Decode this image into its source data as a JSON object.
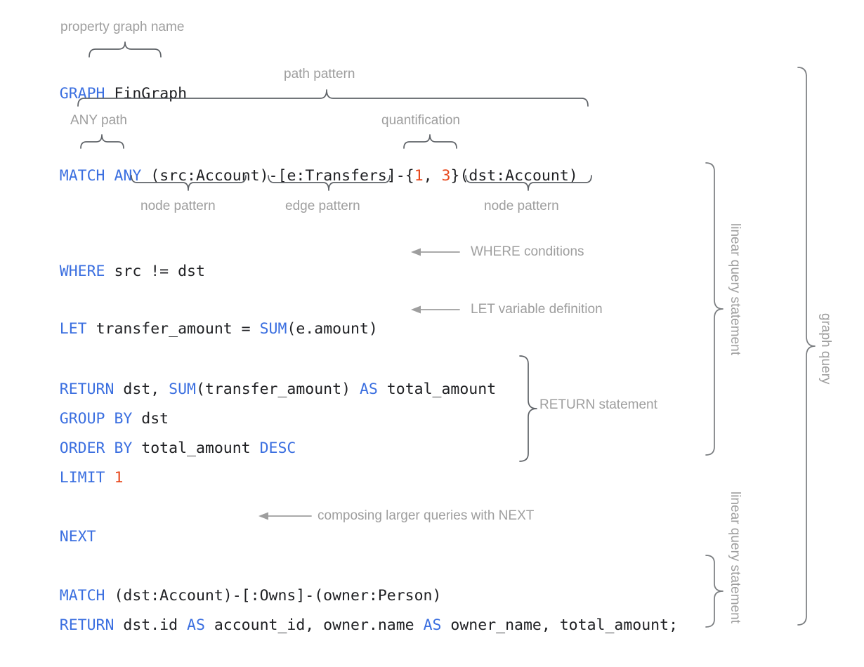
{
  "meta": {
    "keyword_color": "#3b6fe0",
    "number_color": "#e8481c",
    "text_color": "#202124",
    "annotation_color": "#9e9e9e",
    "brace_color": "#5f6368",
    "background": "#ffffff"
  },
  "code": {
    "graph_line": {
      "keyword": "GRAPH",
      "name": "FinGraph",
      "full": "GRAPH FinGraph"
    },
    "match_line": {
      "keyword": "MATCH",
      "path_mode": "ANY",
      "src_node": "(src:Account)",
      "dash1": "-",
      "edge": "[e:Transfers]",
      "dash2": "-",
      "quant_open": "{",
      "quant_lower": "1",
      "quant_comma": ", ",
      "quant_upper": "3",
      "quant_close": "}",
      "dst_node": "(dst:Account)",
      "full": "MATCH ANY (src:Account)-[e:Transfers]-{1, 3}(dst:Account)"
    },
    "where_line": {
      "keyword": "WHERE",
      "expression": " src != dst",
      "full": "WHERE src != dst"
    },
    "let_line": {
      "keyword": "LET",
      "var": " transfer_amount = ",
      "func": "SUM",
      "args": "(e.amount)",
      "full": "LET transfer_amount = SUM(e.amount)"
    },
    "return_line": {
      "keyword": "RETURN",
      "part1": " dst, ",
      "func": "SUM",
      "part2": "(transfer_amount) ",
      "as_kw": "AS",
      "part3": " total_amount",
      "full": "RETURN dst, SUM(transfer_amount) AS total_amount"
    },
    "group_line": {
      "keyword": "GROUP BY",
      "expression": " dst",
      "full": "GROUP BY dst"
    },
    "order_line": {
      "keyword": "ORDER BY",
      "expression": " total_amount ",
      "direction": "DESC",
      "full": "ORDER BY total_amount DESC"
    },
    "limit_line": {
      "keyword": "LIMIT",
      "value": "1",
      "full": "LIMIT 1"
    },
    "next_line": {
      "keyword": "NEXT",
      "full": "NEXT"
    },
    "match2_line": {
      "keyword": "MATCH",
      "pattern": " (dst:Account)-[:Owns]-(owner:Person)",
      "full": "MATCH (dst:Account)-[:Owns]-(owner:Person)"
    },
    "return2_line": {
      "keyword": "RETURN",
      "part1": " dst.id ",
      "as1": "AS",
      "part2": " account_id, owner.name ",
      "as2": "AS",
      "part3": " owner_name, total_amount;",
      "full": "RETURN dst.id AS account_id, owner.name AS owner_name, total_amount;"
    }
  },
  "annotations": {
    "property_graph_name": "property graph name",
    "path_pattern": "path pattern",
    "any_path": "ANY path",
    "quantification": "quantification",
    "node_pattern_left": "node pattern",
    "edge_pattern": "edge pattern",
    "node_pattern_right": "node pattern",
    "where_conditions": "WHERE conditions",
    "let_variable_definition": "LET variable definition",
    "return_statement": "RETURN statement",
    "composing_with_next": "composing larger queries with NEXT",
    "linear_query_statement_upper": "linear query statement",
    "linear_query_statement_lower": "linear query statement",
    "graph_query": "graph query"
  }
}
